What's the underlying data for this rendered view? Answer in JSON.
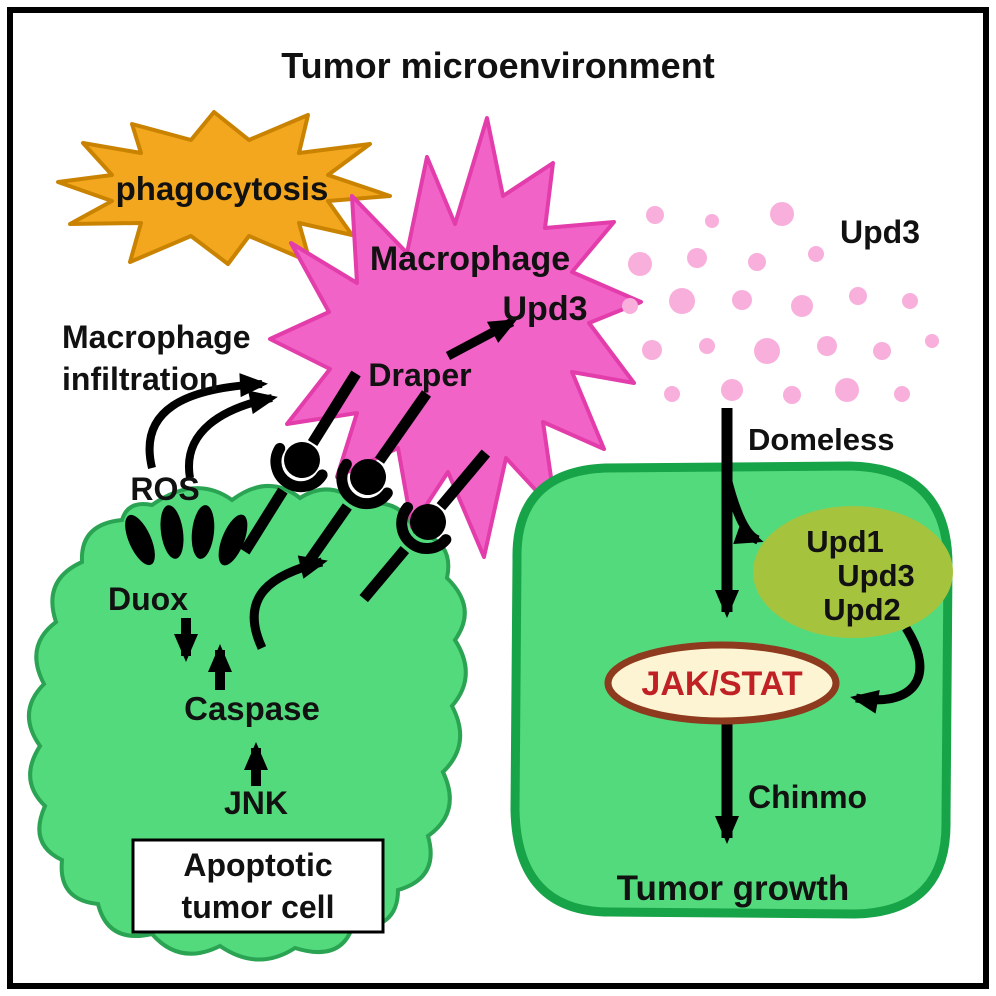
{
  "title": "Tumor microenvironment",
  "diagram": {
    "phagocytosis": "phagocytosis",
    "macrophage": "Macrophage",
    "macrophage_upd3": "Upd3",
    "draper": "Draper",
    "secreted_upd3": "Upd3",
    "infiltration_line1": "Macrophage",
    "infiltration_line2": "infiltration",
    "ros": "ROS",
    "duox": "Duox",
    "caspase": "Caspase",
    "jnk": "JNK",
    "apoptotic_line1": "Apoptotic",
    "apoptotic_line2": "tumor cell",
    "domeless": "Domeless",
    "upd1": "Upd1",
    "upd3": "Upd3",
    "upd2": "Upd2",
    "jak_stat": "JAK/STAT",
    "chinmo": "Chinmo",
    "tumor_growth": "Tumor growth"
  },
  "colors": {
    "starburst_fill": "#F3A71E",
    "macrophage_fill": "#F263C7",
    "dot_fill": "#F8AFDC",
    "tumor_cell_fill": "#53DA7D",
    "signal_cell_fill": "#53DA7D",
    "upd_oval_fill": "#A6C33E",
    "jak_fill": "#FCF4D2",
    "jak_border": "#8E3A1E",
    "jak_text": "#C02125"
  }
}
